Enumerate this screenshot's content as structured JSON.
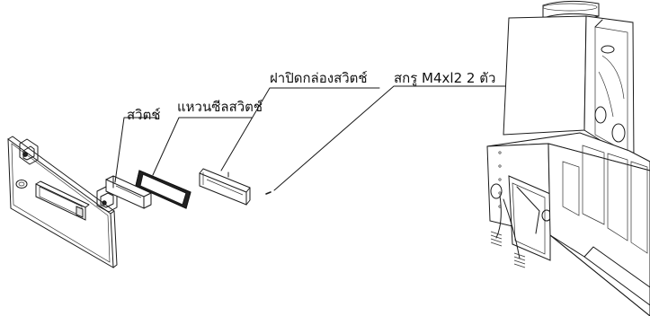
{
  "labels": {
    "switch": "สวิตช์",
    "switch_seal": "แหวนซีลสวิตช์",
    "switch_box_cover": "ฝาปิดกล่องสวิตช์",
    "screw": "สกรู M4xl2 2 ตัว"
  },
  "parts": {
    "main_panel": "switch-mount-panel",
    "switch": "switch",
    "seal": "switch-seal-ring",
    "cover": "switch-box-cover",
    "screw": "screw",
    "hood": "range-hood-assembly"
  },
  "colors": {
    "line": "#1a1a1a",
    "background": "#ffffff"
  }
}
